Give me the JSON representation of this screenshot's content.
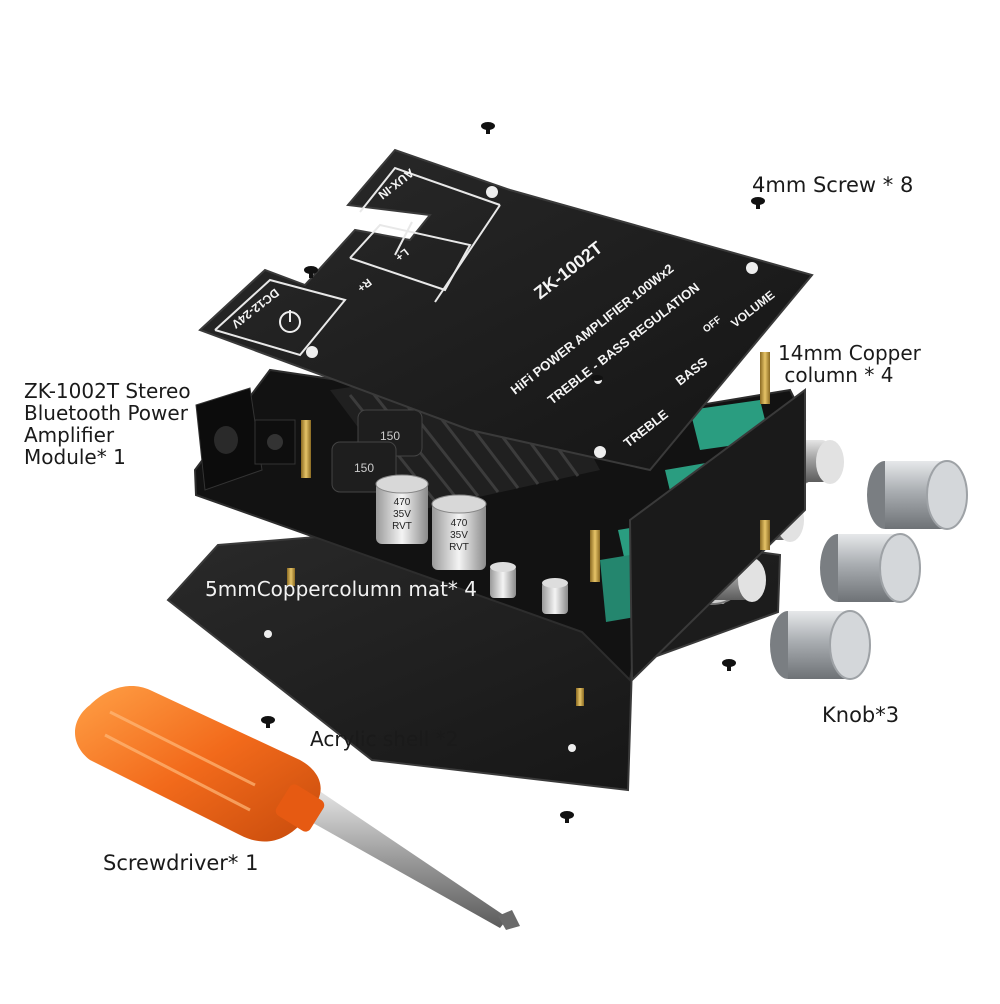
{
  "labels": {
    "screw": "4mm Screw * 8",
    "copper_column": "14mm Copper\n column * 4",
    "module": "ZK-1002T Stereo\nBluetooth Power\nAmplifier\nModule* 1",
    "mat": "5mmCoppercolumn mat* 4",
    "knob": "Knob*3",
    "acrylic": "Acrylic shell *2",
    "screwdriver": "Screwdriver* 1"
  },
  "panel_text": {
    "model": "ZK-1002T",
    "line1": "HiFi POWER AMPLIFIER 100Wx2",
    "line2": "TREBLE - BASS REGULATION",
    "treble": "TREBLE",
    "bass": "BASS",
    "volume": "VOLUME",
    "off": "OFF",
    "aux": "AUX-IN",
    "dc": "DC12-24V",
    "left": "L+",
    "right": "R+"
  },
  "capacitors": {
    "big1": [
      "470",
      "35V",
      "RVT"
    ],
    "big2": [
      "470",
      "35V",
      "RVT"
    ]
  },
  "inductors": [
    "150",
    "150"
  ],
  "colors": {
    "panel": "#1c1c1c",
    "screwdriver_handle": "#f26a1b",
    "terminal": "#2a9d80",
    "knob": "#b8bcc0",
    "brass": "#c9a24a"
  }
}
